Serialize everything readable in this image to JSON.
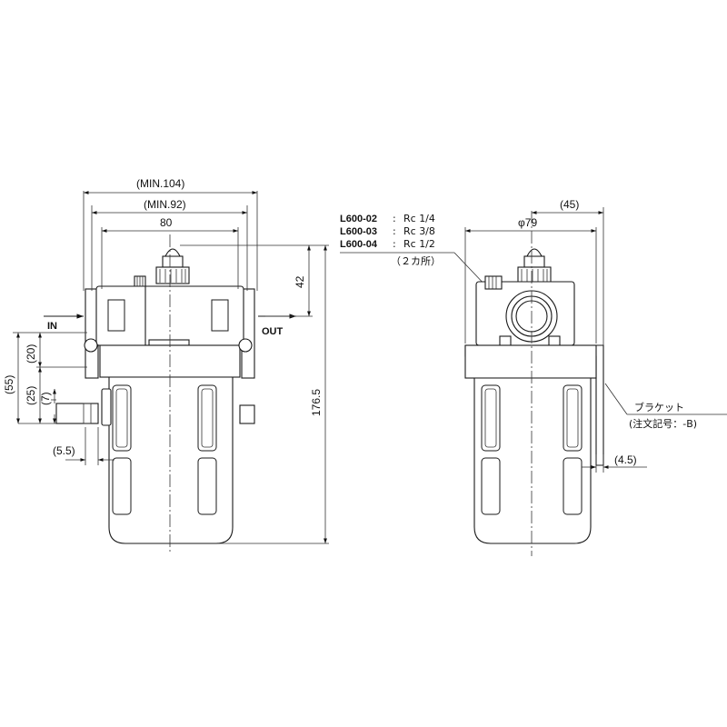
{
  "front_view": {
    "dims": {
      "min_104": "(MIN.104)",
      "min_92": "(MIN.92)",
      "w80": "80",
      "h42": "42",
      "h176_5": "176.5",
      "p55": "(55)",
      "p20": "(20)",
      "p25": "(25)",
      "p7": "(7)",
      "p5_5": "(5.5)"
    },
    "in_label": "IN",
    "out_label": "OUT"
  },
  "side_view": {
    "dims": {
      "p45": "(45)",
      "phi79": "φ79",
      "p4_5": "(4.5)"
    },
    "port_labels": [
      {
        "model": "L600-02",
        "sep": ":",
        "size": "Rc 1/4"
      },
      {
        "model": "L600-03",
        "sep": ":",
        "size": "Rc 3/8"
      },
      {
        "model": "L600-04",
        "sep": ":",
        "size": "Rc 1/2"
      }
    ],
    "port_count": "（２カ所）",
    "bracket_label": "ブラケット",
    "bracket_code": "(注文記号：-B)"
  }
}
